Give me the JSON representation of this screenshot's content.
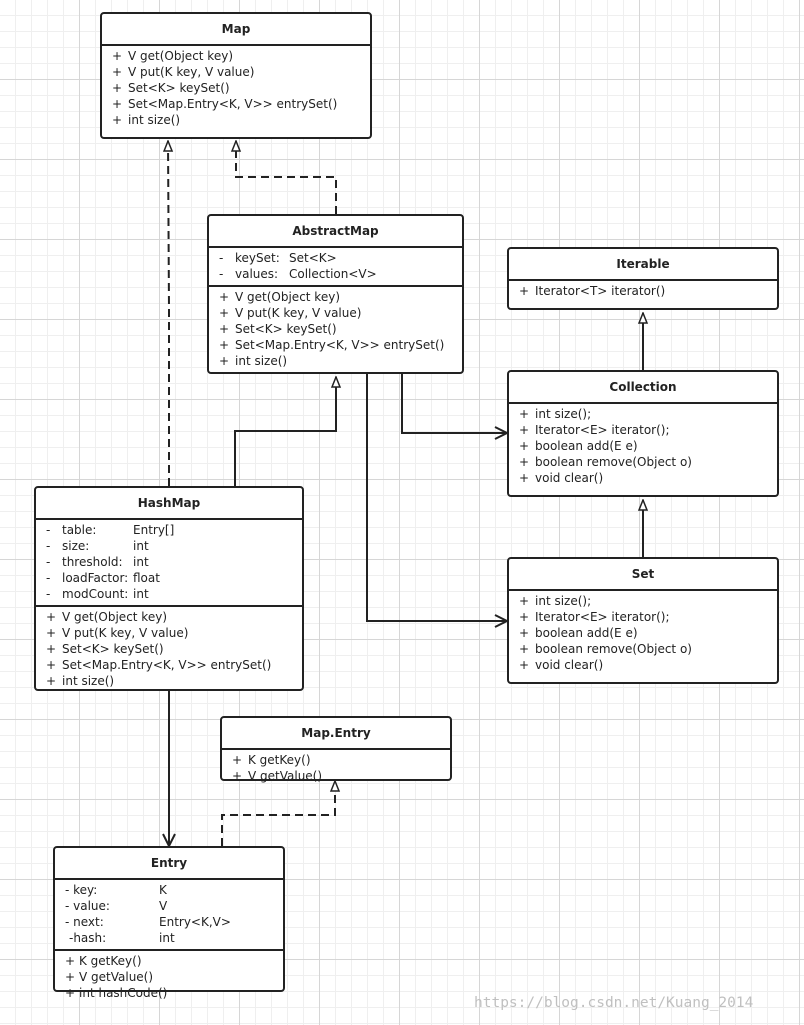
{
  "classes": {
    "map": {
      "title": "Map",
      "methods": [
        {
          "vis": "+",
          "text": "V get(Object key)"
        },
        {
          "vis": "+",
          "text": "V put(K key, V value)"
        },
        {
          "vis": "+",
          "text": "Set<K> keySet()"
        },
        {
          "vis": "+",
          "text": "Set<Map.Entry<K, V>> entrySet()"
        },
        {
          "vis": "+",
          "text": "int size()"
        }
      ]
    },
    "abstract_map": {
      "title": "AbstractMap",
      "fields": [
        {
          "vis": "-",
          "name": "keySet:",
          "type": "Set<K>"
        },
        {
          "vis": "-",
          "name": "values:",
          "type": "Collection<V>"
        }
      ],
      "methods": [
        {
          "vis": "+",
          "text": "V get(Object key)"
        },
        {
          "vis": "+",
          "text": "V put(K key, V value)"
        },
        {
          "vis": "+",
          "text": "Set<K> keySet()"
        },
        {
          "vis": "+",
          "text": "Set<Map.Entry<K, V>> entrySet()"
        },
        {
          "vis": "+",
          "text": "int size()"
        }
      ]
    },
    "iterable": {
      "title": "Iterable",
      "methods": [
        {
          "vis": "+",
          "text": "Iterator<T> iterator()"
        }
      ]
    },
    "collection": {
      "title": "Collection",
      "methods": [
        {
          "vis": "+",
          "text": "int size();"
        },
        {
          "vis": "+",
          "text": "Iterator<E> iterator();"
        },
        {
          "vis": "+",
          "text": "boolean add(E e)"
        },
        {
          "vis": "+",
          "text": "boolean remove(Object o)"
        },
        {
          "vis": "+",
          "text": "void clear()"
        }
      ]
    },
    "hash_map": {
      "title": "HashMap",
      "fields": [
        {
          "vis": "-",
          "name": "table:",
          "type": "Entry[]"
        },
        {
          "vis": "-",
          "name": "size:",
          "type": "int"
        },
        {
          "vis": "-",
          "name": "threshold:",
          "type": "int"
        },
        {
          "vis": "-",
          "name": "loadFactor:",
          "type": "float"
        },
        {
          "vis": "-",
          "name": "modCount:",
          "type": "int"
        }
      ],
      "methods": [
        {
          "vis": "+",
          "text": "V get(Object key)"
        },
        {
          "vis": "+",
          "text": "V put(K key, V value)"
        },
        {
          "vis": "+",
          "text": "Set<K> keySet()"
        },
        {
          "vis": "+",
          "text": "Set<Map.Entry<K, V>> entrySet()"
        },
        {
          "vis": "+",
          "text": "int size()"
        }
      ]
    },
    "set": {
      "title": "Set",
      "methods": [
        {
          "vis": "+",
          "text": "int size();"
        },
        {
          "vis": "+",
          "text": "Iterator<E> iterator();"
        },
        {
          "vis": "+",
          "text": "boolean add(E e)"
        },
        {
          "vis": "+",
          "text": "boolean remove(Object o)"
        },
        {
          "vis": "+",
          "text": "void clear()"
        }
      ]
    },
    "map_entry": {
      "title": "Map.Entry",
      "methods": [
        {
          "vis": "+",
          "text": "K getKey()"
        },
        {
          "vis": "+",
          "text": "V getValue()"
        }
      ]
    },
    "entry": {
      "title": "Entry",
      "fields": [
        {
          "vis": "- key:",
          "type": "K"
        },
        {
          "vis": "- value:",
          "type": "V"
        },
        {
          "vis": "- next:",
          "type": "Entry<K,V>"
        },
        {
          "vis": "-hash:",
          "type": "int"
        }
      ],
      "methods": [
        {
          "vis": "+",
          "text": "K getKey()"
        },
        {
          "vis": "+",
          "text": "V getValue()"
        },
        {
          "vis": "+",
          "text": "int hashCode()"
        }
      ]
    }
  },
  "relations": [
    {
      "from": "hash_map",
      "to": "map",
      "kind": "realization"
    },
    {
      "from": "abstract_map",
      "to": "map",
      "kind": "realization"
    },
    {
      "from": "hash_map",
      "to": "abstract_map",
      "kind": "generalization"
    },
    {
      "from": "collection",
      "to": "iterable",
      "kind": "generalization"
    },
    {
      "from": "set",
      "to": "collection",
      "kind": "generalization"
    },
    {
      "from": "abstract_map",
      "to": "collection",
      "kind": "association"
    },
    {
      "from": "abstract_map",
      "to": "set",
      "kind": "association"
    },
    {
      "from": "hash_map",
      "to": "entry",
      "kind": "association"
    },
    {
      "from": "entry",
      "to": "map_entry",
      "kind": "realization"
    }
  ],
  "watermark": "https://blog.csdn.net/Kuang_2014"
}
